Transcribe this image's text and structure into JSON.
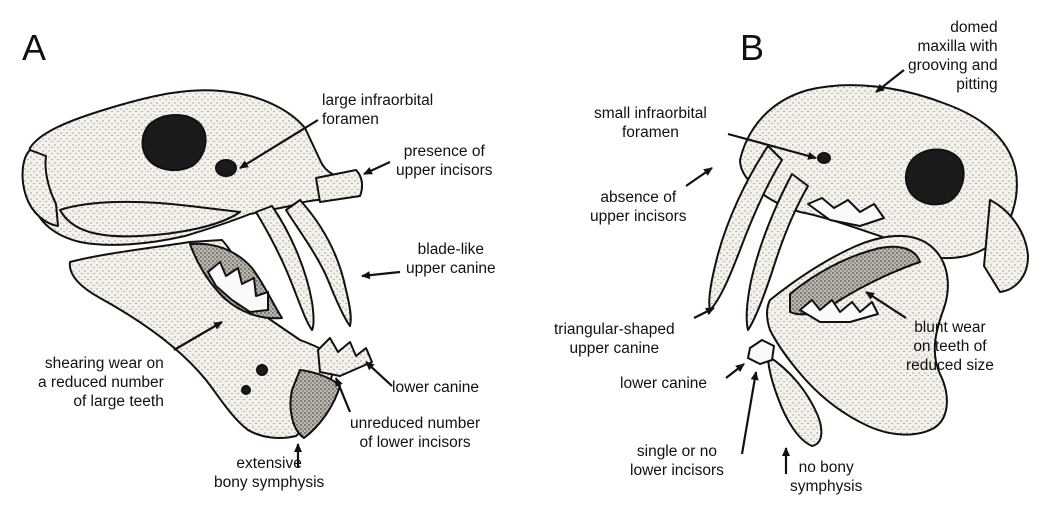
{
  "panel_a": {
    "letter": "A",
    "labels": {
      "infraorbital": [
        "large infraorbital",
        "foramen"
      ],
      "incisors": [
        "presence of",
        "upper incisors"
      ],
      "canine": [
        "blade-like",
        "upper canine"
      ],
      "wear": [
        "shearing wear on",
        "a reduced number",
        "of large teeth"
      ],
      "lower_canine": "lower canine",
      "lower_incisors": [
        "unreduced number",
        "of lower incisors"
      ],
      "symphysis": [
        "extensive",
        "bony symphysis"
      ]
    }
  },
  "panel_b": {
    "letter": "B",
    "labels": {
      "maxilla": [
        "domed",
        "maxilla with",
        "grooving and",
        "pitting"
      ],
      "infraorbital": [
        "small infraorbital",
        "foramen"
      ],
      "incisors": [
        "absence of",
        "upper incisors"
      ],
      "canine": [
        "triangular-shaped",
        "upper canine"
      ],
      "wear": [
        "blunt wear",
        "on teeth of",
        "reduced size"
      ],
      "lower_canine": "lower canine",
      "lower_incisors": [
        "single or no",
        "lower incisors"
      ],
      "symphysis": [
        "no bony",
        "symphysis"
      ]
    }
  },
  "colors": {
    "ink": "#111111",
    "bone": "#f4f1ea",
    "shade": "#3a3a3a"
  }
}
